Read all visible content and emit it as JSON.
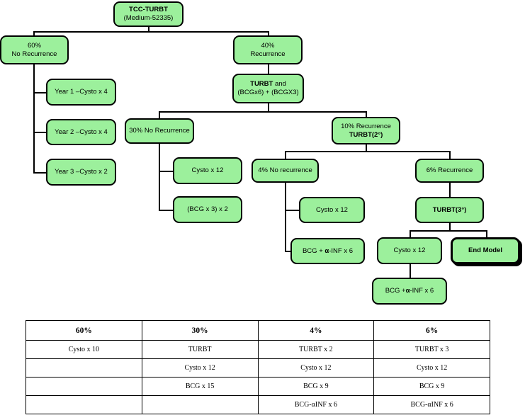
{
  "diagram": {
    "title": "TCC-TURBT recurrence / treatment decision model",
    "colors": {
      "node_fill": "#9cf09c",
      "node_stroke": "#000000",
      "background": "#ffffff"
    },
    "nodes": {
      "root": {
        "line1": "TCC-TURBT",
        "line2": "(Medium-52335)"
      },
      "no_recurrence_60": {
        "line1": "60%",
        "line2": "No Recurrence"
      },
      "recurrence_40": {
        "line1": "40%",
        "line2": "Recurrence"
      },
      "year1": {
        "line1": "Year 1 –Cysto x 4"
      },
      "year2": {
        "line1": "Year 2 –Cysto x 4"
      },
      "year3": {
        "line1": "Year 3 –Cysto x 2"
      },
      "turbt_bcg": {
        "line1a": "TURBT",
        "line1b": " and",
        "line2": "(BCGx6) + (BCGX3)"
      },
      "no_recurrence_30": {
        "line1": "30% No Recurrence"
      },
      "recurrence_10": {
        "line1": "10% Recurrence",
        "line2": "TURBT(2°)"
      },
      "cysto12_a": {
        "line1": "Cysto x 12"
      },
      "bcg3x2": {
        "line1": "(BCG x 3) x 2"
      },
      "no_recurrence_4": {
        "line1": "4% No recurrence"
      },
      "cysto12_b": {
        "line1": "Cysto x 12"
      },
      "bcg_inf_b": {
        "line1a": "BCG + ",
        "line1b": "α",
        "line1c": "-INF x 6"
      },
      "recurrence_6": {
        "line1": "6% Recurrence"
      },
      "turbt3": {
        "line1": "TURBT(3°)"
      },
      "cysto12_c": {
        "line1": "Cysto x 12"
      },
      "end_model": {
        "line1": "End Model"
      },
      "bcg_inf_c": {
        "line1a": "BCG +",
        "line1b": "α",
        "line1c": "-INF x 6"
      }
    }
  },
  "table": {
    "headers": [
      "60%",
      "30%",
      "4%",
      "6%"
    ],
    "rows": [
      [
        "Cysto x 10",
        "TURBT",
        "TURBT x 2",
        "TURBT x 3"
      ],
      [
        "",
        "Cysto x 12",
        "Cysto x 12",
        "Cysto x 12"
      ],
      [
        "",
        "BCG x 15",
        "BCG x 9",
        "BCG x 9"
      ],
      [
        "",
        "",
        "BCG-αINF x 6",
        "BCG-αINF x 6"
      ]
    ]
  }
}
